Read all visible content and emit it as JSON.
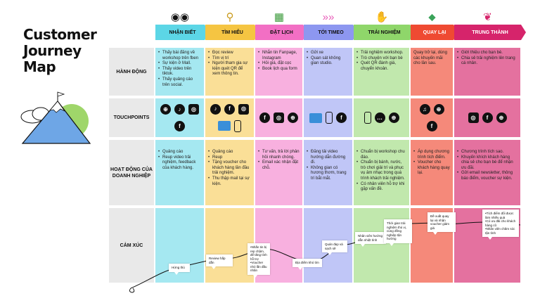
{
  "title": [
    "Customer",
    "Journey",
    "Map"
  ],
  "stages": [
    {
      "label": "NHẬN BIẾT",
      "color": "#5cd6e6",
      "icon": "eyes-icon"
    },
    {
      "label": "TÌM HIỂU",
      "color": "#f5c542",
      "icon": "magnifier-icon"
    },
    {
      "label": "ĐẶT LỊCH",
      "color": "#f26fc4",
      "icon": "calendar-icon"
    },
    {
      "label": "TỚI TIMEO",
      "color": "#8d97f0",
      "icon": "arrows-icon"
    },
    {
      "label": "TRẢI NGHIỆM",
      "color": "#8fd66a",
      "icon": "hand-icon"
    },
    {
      "label": "QUAY LẠI",
      "color": "#ef4a32",
      "icon": "carrot-icon"
    },
    {
      "label": "TRUNG THÀNH",
      "color": "#d6246b",
      "icon": "leaf-icon"
    }
  ],
  "rows": [
    "HÀNH ĐỘNG",
    "TOUCHPOINTS",
    "HOẠT ĐỘNG CỦA DOANH NGHIỆP",
    "CẢM XÚC"
  ],
  "actions": [
    [
      "Thấy bài đăng về workshop trên fben",
      "Sự kiện ở Mall.",
      "Thấy video trên tiktok.",
      "Thấy quảng cáo trên social."
    ],
    [
      "Đọc review",
      "Tìm vị trí",
      "Người tham gia sự kiện quét QR để xem thông tin."
    ],
    [
      "Nhắn tin Fanpage, Instagram",
      "Hỏi giá, đặt cọc",
      "Book lịch qua form"
    ],
    [
      "Gửi xe",
      "Quan sát không gian studio."
    ],
    [
      "Trải nghiệm workshop.",
      "Trò chuyện với bạn bè",
      "Quét QR đánh giá, chuyển khoản."
    ],
    [
      "Quay trở lại, dùng các khuyến mãi cho lần sau."
    ],
    [
      "Giới thiệu cho bạn bè.",
      "Chia sẻ trải nghiệm lên trang cá nhân."
    ]
  ],
  "touchpoints": [
    [
      "globe-icon",
      "tiktok-icon",
      "instagram-icon",
      "facebook-icon"
    ],
    [
      "tiktok-icon",
      "facebook-icon",
      "instagram-icon",
      "map-icon",
      "phone-icon"
    ],
    [
      "facebook-icon",
      "instagram-icon",
      "globe-icon"
    ],
    [
      "map-icon",
      "phone-icon",
      "facebook-icon"
    ],
    [
      "phone-icon",
      "chat-icon",
      "globe-icon"
    ],
    [
      "voice-icon",
      "globe-icon",
      "facebook-icon"
    ],
    [
      "instagram-icon",
      "facebook-icon",
      "globe-icon"
    ]
  ],
  "business": [
    [
      "Quảng cáo",
      "Reup video trải nghiệm, feedback của khách hàng."
    ],
    [
      "Quảng cáo",
      "Reup",
      "Tặng voucher cho khách hàng lần đầu trải nghiệm.",
      "Thu thập mail tại sự kiện."
    ],
    [
      "Tư vấn, trả lời phản hồi nhanh chóng.",
      "Email xác nhận đặt chỗ."
    ],
    [
      "Đăng tải video hướng dẫn đường đi.",
      "Không gian có hương thơm, trang trí bắt mắt."
    ],
    [
      "Chuẩn bị workshop chu đáo.",
      "Chuẩn bị bánh, nước, trò chơi giải trí và phục vụ âm nhạc trong quá trình khách trải nghiệm.",
      "Có nhân viên hỗ trợ khi gặp vấn đề."
    ],
    [
      "Áp dụng chương trình tích điểm.",
      "Voucher cho khách hàng quay lại."
    ],
    [
      "Chương trình tích sao.",
      "Khuyến khích khách hàng chia sẻ cho bạn bè để nhận ưu đãi.",
      "Gửi email newsletter, thông báo điểm, voucher sự kiện."
    ]
  ],
  "emotions": [
    {
      "lines": [
        "Hứng thú"
      ]
    },
    {
      "lines": [
        "Review hấp dẫn"
      ]
    },
    {
      "lines": [
        "Nhắn tin bị rep chậm, để tăng tính hỗ trợ",
        "Voucher nhỏ lần đầu nhân"
      ]
    },
    {
      "lines": [
        "Địa điểm khó tìm"
      ]
    },
    {
      "lines": [
        "Quán đẹp và sạch sẽ"
      ]
    },
    {
      "lines": [
        "Nhân viên hướng dẫn nhiệt tình"
      ]
    },
    {
      "lines": [
        "Thời gian trải nghiệm thú vị, cùng đồng nghiệp tận hưởng"
      ]
    },
    {
      "lines": [
        "Đề xuất quay lại và nhận voucher giảm giá"
      ]
    },
    {
      "lines": [
        "Tích điểm đổi được làm nhiều quà",
        "Có ưu đãi cho khách hàng cũ",
        "Nhân viên chăm sóc tận tình"
      ]
    }
  ]
}
